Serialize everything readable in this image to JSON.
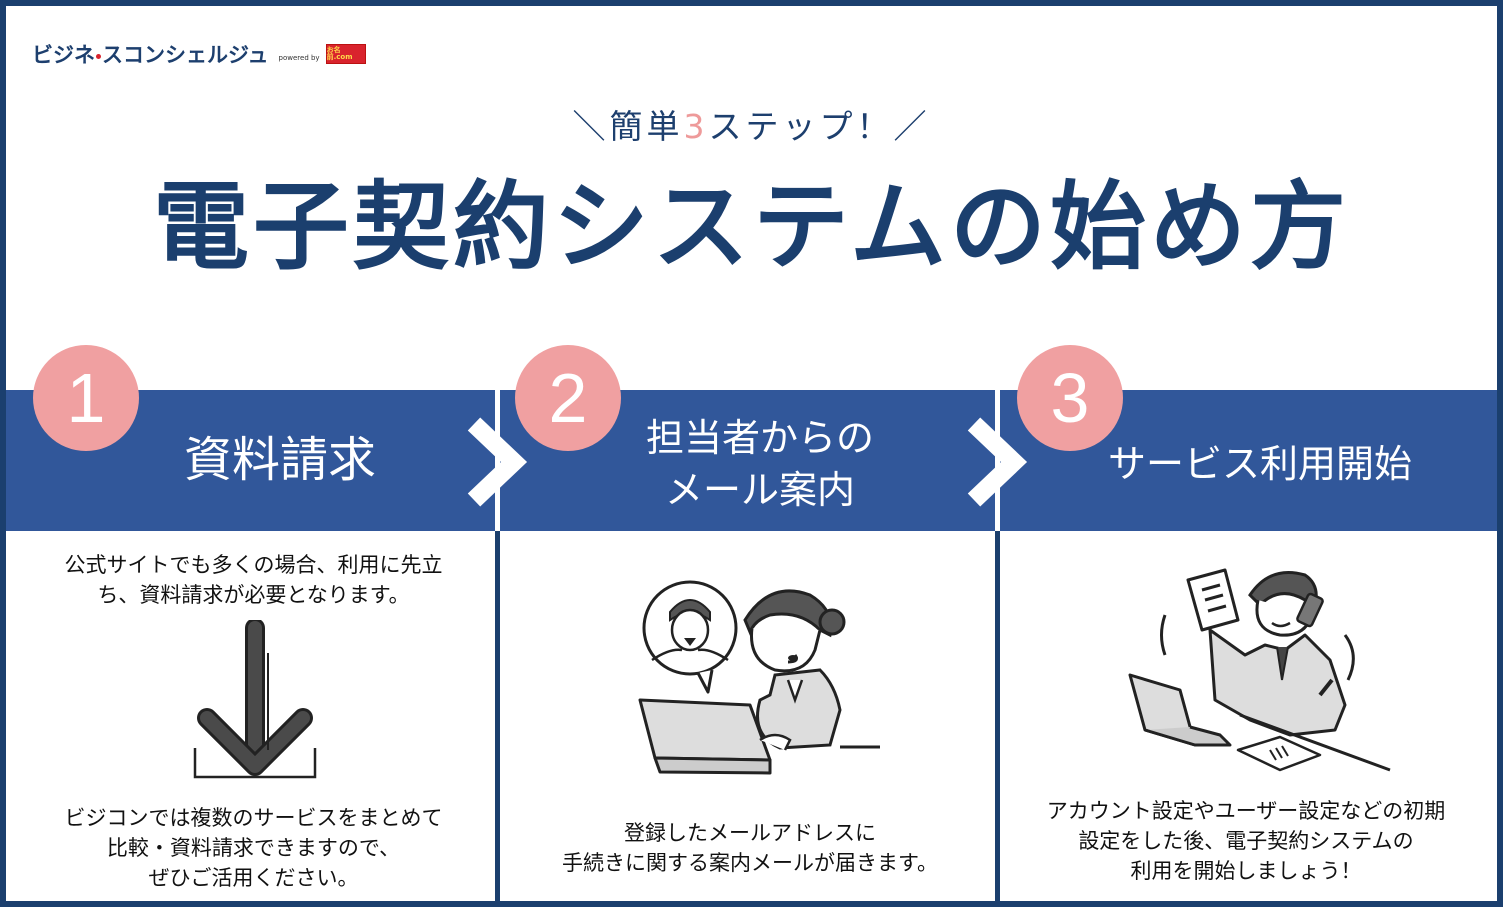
{
  "logo": {
    "name_part1": "ビジネ",
    "name_part2": "スコンシェルジュ",
    "powered_by": "powered by",
    "partner_badge": "お名前.com"
  },
  "header": {
    "subtitle_prefix": "＼簡単",
    "subtitle_number": "3",
    "subtitle_suffix": "ステップ！／",
    "title": "電子契約システムの始め方"
  },
  "colors": {
    "navy": "#1b3f6e",
    "banner_blue": "#31579a",
    "step_pink": "#f0a0a1",
    "white": "#ffffff"
  },
  "steps": [
    {
      "number": "1",
      "label": "資料請求",
      "description_top": [
        "公式サイトでも多くの場合、利用に先立",
        "ち、資料請求が必要となります。"
      ],
      "description_bottom": [
        "ビジコンでは複数のサービスをまとめて",
        "比較・資料請求できますので、",
        "ぜひご活用ください。"
      ],
      "illustration": "download-arrow-icon"
    },
    {
      "number": "2",
      "label_lines": [
        "担当者からの",
        "メール案内"
      ],
      "description": [
        "登録したメールアドレスに",
        "手続きに関する案内メールが届きます。"
      ],
      "illustration": "operator-with-laptop-illustration"
    },
    {
      "number": "3",
      "label": "サービス利用開始",
      "description": [
        "アカウント設定やユーザー設定などの初期",
        "設定をした後、電子契約システムの",
        "利用を開始しましょう！"
      ],
      "illustration": "busy-businessman-illustration"
    }
  ]
}
